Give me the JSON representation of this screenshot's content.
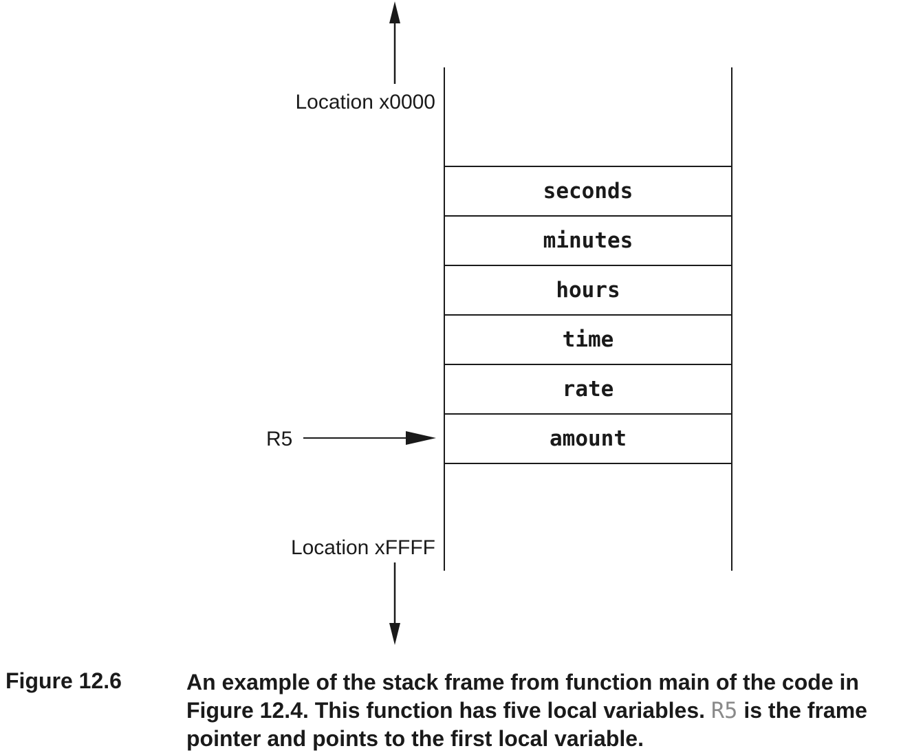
{
  "diagram": {
    "top_label": "Location x0000",
    "bottom_label": "Location xFFFF",
    "pointer_label": "R5",
    "frame_slots": [
      "seconds",
      "minutes",
      "hours",
      "time",
      "rate",
      "amount"
    ]
  },
  "caption": {
    "label": "Figure 12.6",
    "text_before": "An example of the stack frame from function main of the code in Figure 12.4. This function has five local variables. ",
    "register": "R5",
    "text_after": " is the frame pointer and points to the first local variable."
  }
}
